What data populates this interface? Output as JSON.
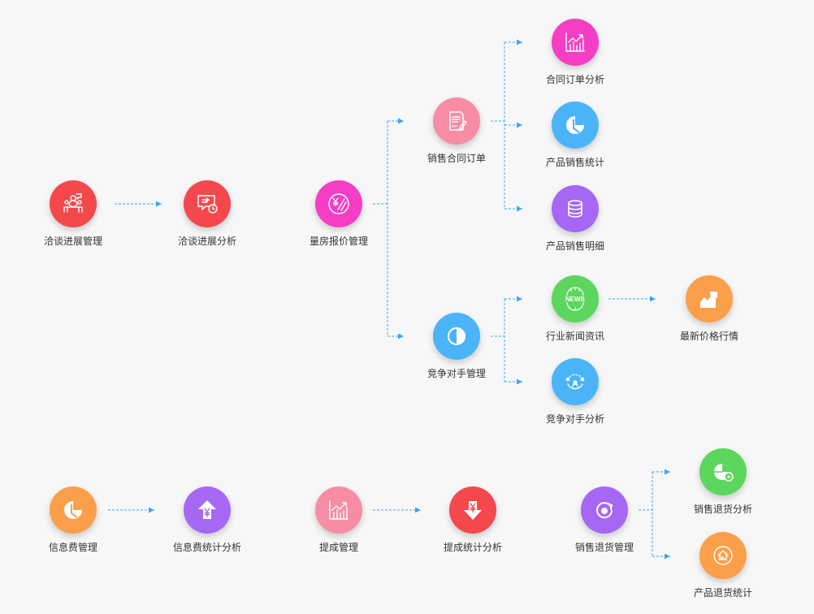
{
  "nodes": {
    "qiatan_mgmt": {
      "label": "洽谈进展管理",
      "color": "#f5484d",
      "icon": "meeting-icon"
    },
    "qiatan_analysis": {
      "label": "洽谈进展分析",
      "color": "#f5484d",
      "icon": "chat-clock-icon"
    },
    "quote_mgmt": {
      "label": "量房报价管理",
      "color": "#f53ec3",
      "icon": "yen-circle-icon"
    },
    "contract_order": {
      "label": "销售合同订单",
      "color": "#f68da5",
      "icon": "contract-sign-icon"
    },
    "contract_analysis": {
      "label": "合同订单分析",
      "color": "#f53ec3",
      "icon": "line-chart-icon"
    },
    "product_sales_stat": {
      "label": "产品销售统计",
      "color": "#4bb4f8",
      "icon": "pie-chart-icon"
    },
    "product_sales_detail": {
      "label": "产品销售明细",
      "color": "#a567f4",
      "icon": "database-icon"
    },
    "competitor_mgmt": {
      "label": "竞争对手管理",
      "color": "#4bb4f8",
      "icon": "half-circle-icon"
    },
    "industry_news": {
      "label": "行业新闻资讯",
      "color": "#5cd65c",
      "icon": "news-globe-icon",
      "icon_text": "NEWS"
    },
    "latest_price": {
      "label": "最新价格行情",
      "color": "#fb9f4a",
      "icon": "trend-up-icon"
    },
    "competitor_analysis": {
      "label": "竞争对手分析",
      "color": "#4bb4f8",
      "icon": "user-focus-icon"
    },
    "info_fee_mgmt": {
      "label": "信息费管理",
      "color": "#fb9f4a",
      "icon": "pie-chart-icon"
    },
    "info_fee_analysis": {
      "label": "信息费统计分析",
      "color": "#a567f4",
      "icon": "yen-up-arrow-icon"
    },
    "commission_mgmt": {
      "label": "提成管理",
      "color": "#f68da5",
      "icon": "line-chart-icon"
    },
    "commission_analysis": {
      "label": "提成统计分析",
      "color": "#f5484d",
      "icon": "yen-down-arrow-icon"
    },
    "return_mgmt": {
      "label": "销售退货管理",
      "color": "#a567f4",
      "icon": "refresh-icon"
    },
    "return_analysis": {
      "label": "销售退货分析",
      "color": "#5cd65c",
      "icon": "pie-badge-icon"
    },
    "product_return_stat": {
      "label": "产品退货统计",
      "color": "#fb9f4a",
      "icon": "return-house-icon"
    }
  },
  "line_color": "#3aa6f5"
}
